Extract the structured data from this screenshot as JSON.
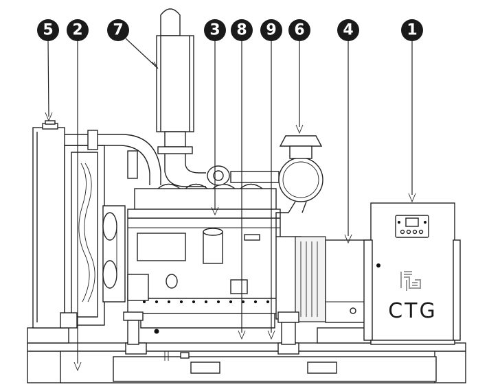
{
  "brand": {
    "name": "CTG",
    "logo_icon": "ctg-logo-icon"
  },
  "callouts": [
    {
      "num": "5"
    },
    {
      "num": "2"
    },
    {
      "num": "7"
    },
    {
      "num": "3"
    },
    {
      "num": "8"
    },
    {
      "num": "9"
    },
    {
      "num": "6"
    },
    {
      "num": "4"
    },
    {
      "num": "1"
    }
  ]
}
